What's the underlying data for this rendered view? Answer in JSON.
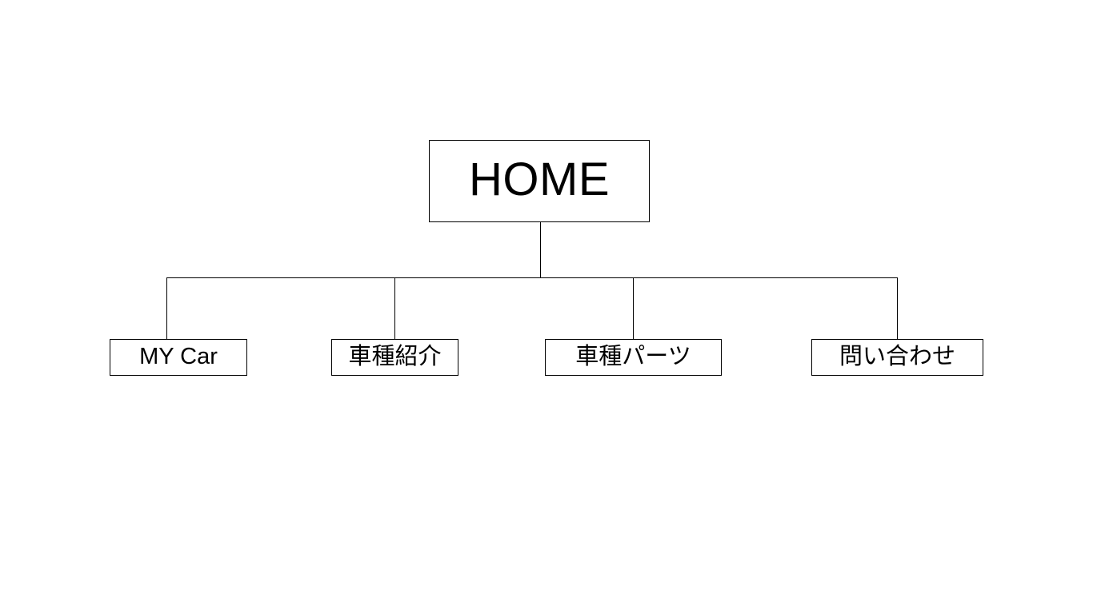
{
  "diagram": {
    "type": "site-map-tree",
    "background_color": "#ffffff",
    "line_color": "#000000",
    "border_color": "#000000",
    "text_color": "#000000",
    "root": {
      "label": "HOME"
    },
    "children": [
      {
        "label": "MY Car"
      },
      {
        "label": "車種紹介"
      },
      {
        "label": "車種パーツ"
      },
      {
        "label": "問い合わせ"
      }
    ]
  }
}
